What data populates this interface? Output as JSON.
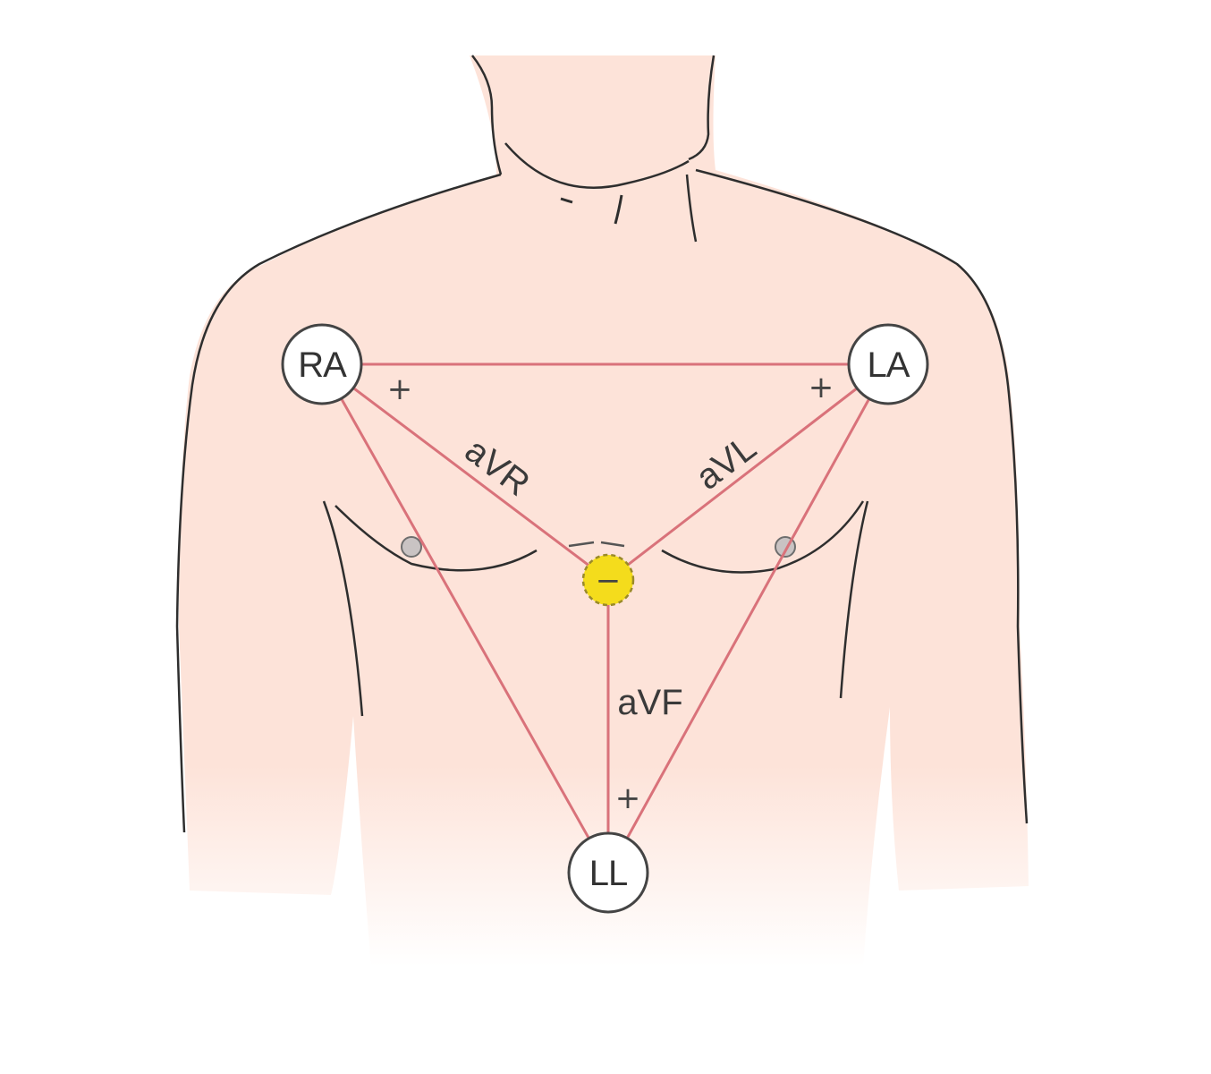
{
  "electrodes": {
    "ra": {
      "label": "RA"
    },
    "la": {
      "label": "LA"
    },
    "ll": {
      "label": "LL"
    }
  },
  "central_terminal": {
    "symbol": "−"
  },
  "leads": {
    "avr": {
      "label": "aVR"
    },
    "avl": {
      "label": "aVL"
    },
    "avf": {
      "label": "aVF"
    }
  },
  "polarity": {
    "ra_plus": "+",
    "la_plus": "+",
    "ll_plus": "+"
  },
  "colors": {
    "skin": "#fde3d9",
    "outline": "#2e2e2e",
    "lead_line": "#d9727a",
    "terminal_fill": "#f4dc1c",
    "electrode_fill": "#ffffff"
  }
}
